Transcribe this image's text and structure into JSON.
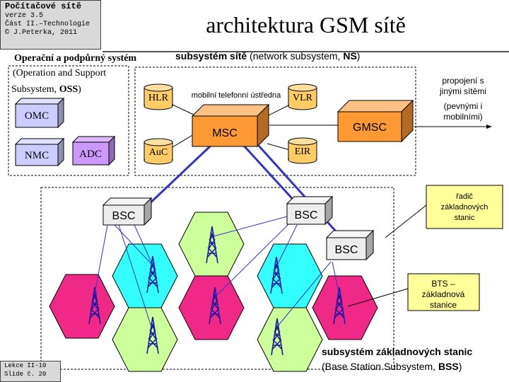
{
  "header": {
    "course": "Počítačové sítě",
    "version": "verze 3.5",
    "part": "Část II.–Technologie",
    "author": "© J.Peterka, 2011"
  },
  "title": "architektura GSM sítě",
  "oss": {
    "title_bold": "Operační  a podpůrný  systém",
    "title_line2": "(Operation and Support",
    "title_line3": "Subsystem, ",
    "title_abbr": "OSS",
    "title_close": ")",
    "nodes": [
      "OMC",
      "NMC",
      "ADC"
    ]
  },
  "ns": {
    "title_bold": "subsystém sítě",
    "title_rest": " (network subsystem, ",
    "title_abbr": "NS",
    "title_close": ")",
    "msc_caption": "mobilní telefonní ústředna",
    "msc": "MSC",
    "gmsc": "GMSC",
    "databases": [
      "HLR",
      "AuC",
      "VLR",
      "EIR"
    ],
    "interconnect": [
      "propojení s",
      "jinými sítěmi",
      "(pevnými i",
      "mobilními)"
    ]
  },
  "bss": {
    "bsc_labels": [
      "BSC",
      "BSC",
      "BSC"
    ],
    "callout_bsc": [
      "řadič",
      "základnových",
      "stanic"
    ],
    "callout_bts": [
      "BTS –",
      "základnová",
      "stanice"
    ],
    "title_bold": "subsystém základnových stanic",
    "title_line2": "(Base  Station Subsystem, ",
    "title_abbr": "BSS",
    "title_close": ")"
  },
  "colors": {
    "magenta": "#f02887",
    "cyan": "#33ffff",
    "green": "#ccff99",
    "box_purple": "#ccccff",
    "box_purple_side": "#8f8fb3",
    "box_violet": "#cc99ff",
    "box_orange": "#ff9933",
    "box_orange_side": "#b36b24",
    "db_tan": "#ffcc66",
    "link_blue": "#3333cc",
    "callout_yellow": "#ffff99"
  },
  "footer": {
    "lesson": "Lekce II-10",
    "slide": "Slide č. 20"
  }
}
